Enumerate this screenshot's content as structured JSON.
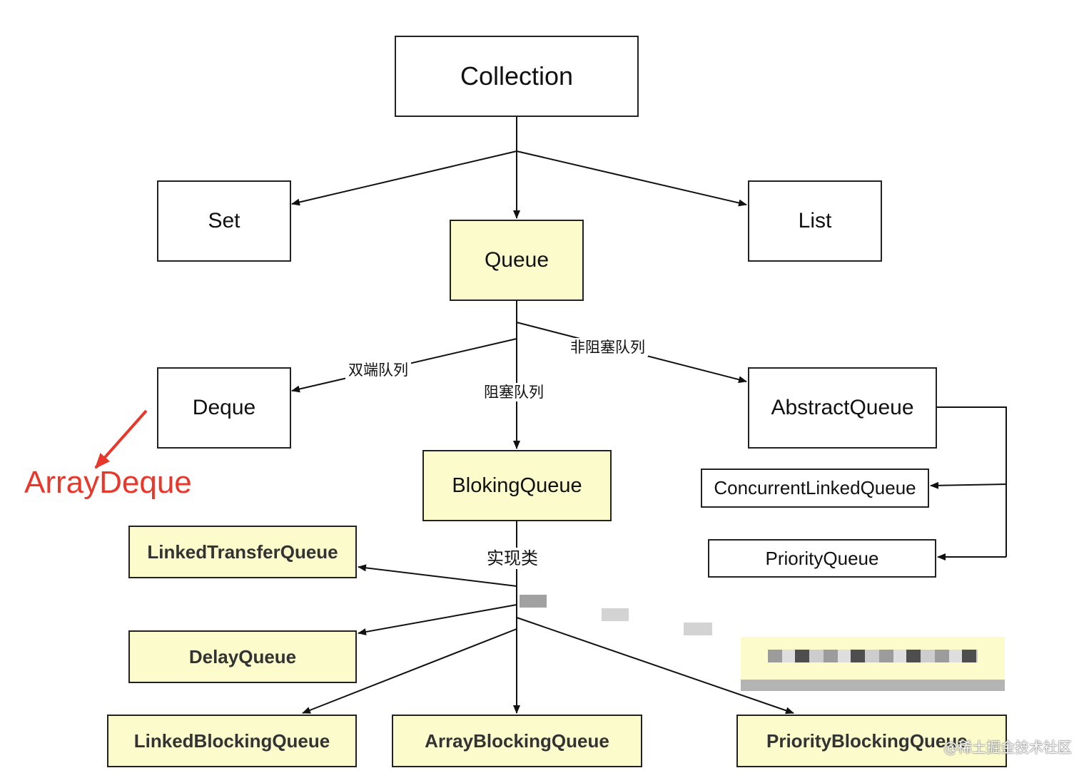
{
  "nodes": {
    "collection": "Collection",
    "set": "Set",
    "list": "List",
    "queue": "Queue",
    "deque": "Deque",
    "abstract_queue": "AbstractQueue",
    "concurrent_linked_queue": "ConcurrentLinkedQueue",
    "priority_queue": "PriorityQueue",
    "blocking_queue": "BlokingQueue",
    "linked_transfer_queue": "LinkedTransferQueue",
    "delay_queue": "DelayQueue",
    "linked_blocking_queue": "LinkedBlockingQueue",
    "array_blocking_queue": "ArrayBlockingQueue",
    "priority_blocking_queue": "PriorityBlockingQueue"
  },
  "edge_labels": {
    "double_ended": "双端队列",
    "blocking": "阻塞队列",
    "non_blocking": "非阻塞队列",
    "implementations": "实现类"
  },
  "annotation": {
    "text": "ArrayDeque",
    "color": "#e8382b"
  },
  "watermark": "@稀土掘金技术社区",
  "colors": {
    "box_fill": "#ffffff",
    "highlight_fill": "#fbfbcc",
    "stroke": "#222222"
  }
}
